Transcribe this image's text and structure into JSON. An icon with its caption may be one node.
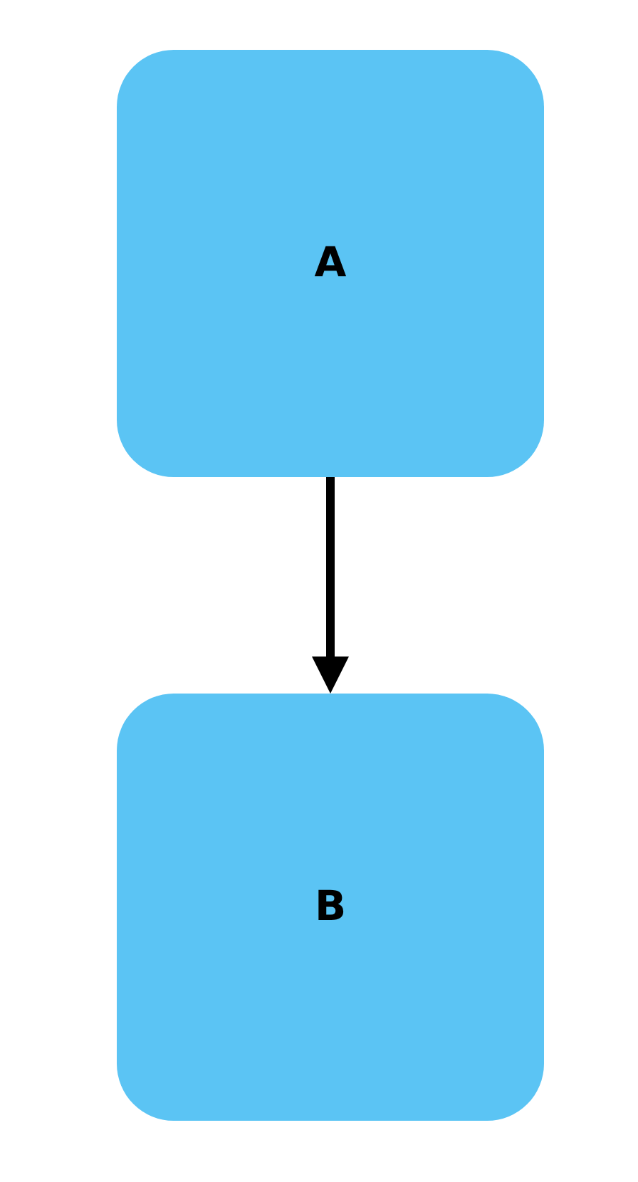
{
  "diagram": {
    "nodes": [
      {
        "text": [
          "A"
        ]
      },
      {
        "text": [
          "B"
        ]
      }
    ],
    "edges": [
      {
        "from": 0,
        "to": 1,
        "arrow": "to"
      }
    ]
  }
}
